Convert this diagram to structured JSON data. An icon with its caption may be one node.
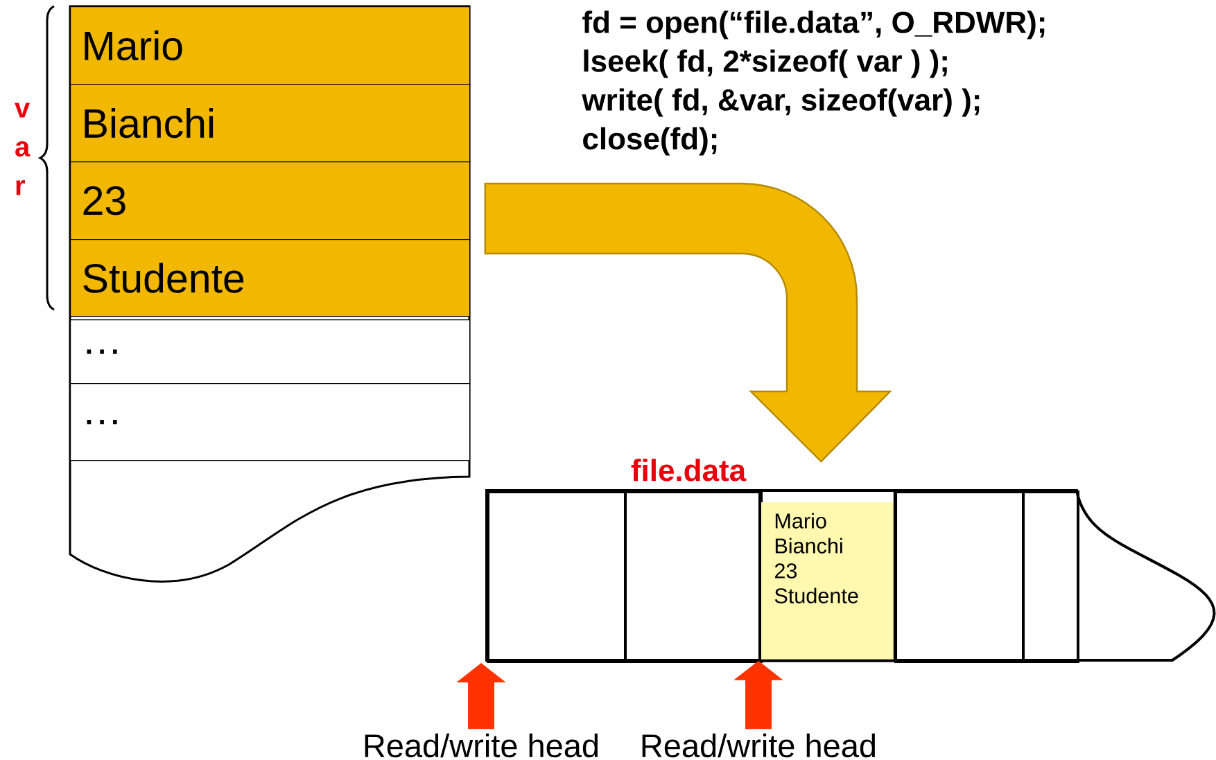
{
  "diagram": {
    "nodes": [
      {
        "text": [],
        "shape": "box"
      },
      {
        "text": [
          "Mario"
        ],
        "in": 0
      },
      {
        "text": [
          "Bianchi"
        ],
        "in": 0
      },
      {
        "text": [
          "23"
        ],
        "in": 0
      },
      {
        "text": [
          "Studente"
        ],
        "in": 0
      },
      {
        "text": [
          "…"
        ],
        "in": 0
      },
      {
        "text": [
          "…"
        ],
        "in": 0
      },
      {
        "text": [
          "file.data"
        ]
      },
      {
        "text": [],
        "shape": "box",
        "in": 7
      },
      {
        "text": [],
        "shape": "box",
        "in": 7
      },
      {
        "text": [
          "Mario Bianchi 23 Studente"
        ],
        "in": 7
      },
      {
        "text": [],
        "shape": "box",
        "in": 7
      },
      {
        "text": [],
        "shape": "box",
        "in": 7
      },
      {
        "text": [
          "Read/write head"
        ]
      },
      {
        "text": [
          "Read/write head"
        ]
      }
    ],
    "edges": [
      {
        "from": 0,
        "to": 7,
        "arrow": "to",
        "style": "thick",
        "color": "#f2b800"
      },
      {
        "from": 13,
        "to": 8,
        "arrow": "to",
        "color": "#ff3300"
      },
      {
        "from": 14,
        "to": 10,
        "arrow": "to",
        "color": "#ff3300"
      }
    ],
    "labels": [
      "v a r",
      "fd = open(“file.data”, O_RDWR);",
      "lseek( fd, 2*sizeof( var ) );",
      "write( fd, &var, sizeof(var) );",
      "close(fd);"
    ]
  }
}
